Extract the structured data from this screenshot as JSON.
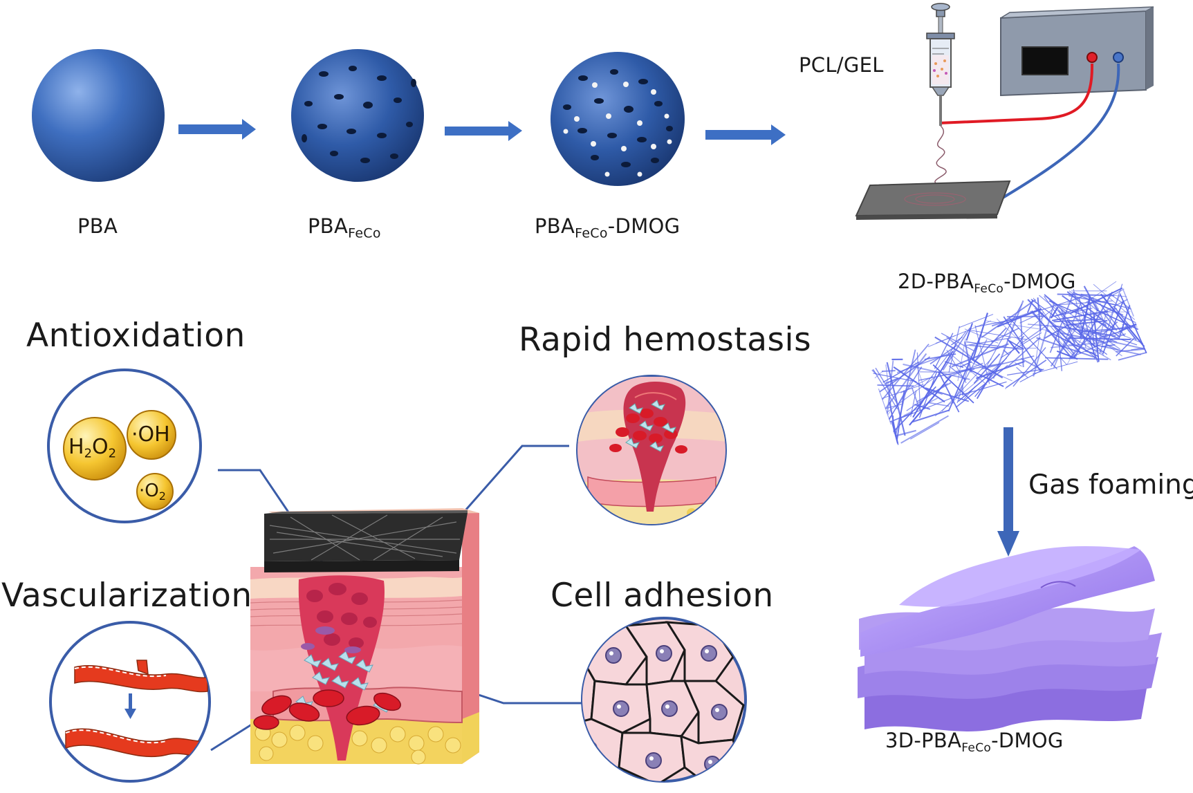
{
  "labels": {
    "pba": "PBA",
    "pba_feco_main": "PBA",
    "pba_feco_sub": "FeCo",
    "pba_feco_dmog_main": "PBA",
    "pba_feco_dmog_sub": "FeCo",
    "pba_feco_dmog_tail": "-DMOG",
    "pcl_gel": "PCL/GEL",
    "mem2d_main": "2D-PBA",
    "mem2d_sub": "FeCo",
    "mem2d_tail": "-DMOG",
    "gas_foaming": "Gas foaming",
    "mem3d_main": "3D-PBA",
    "mem3d_sub": "FeCo",
    "mem3d_tail": "-DMOG",
    "antioxidation": "Antioxidation",
    "rapid_hemostasis": "Rapid hemostasis",
    "vascularization": "Vascularization",
    "cell_adhesion": "Cell adhesion"
  },
  "ros": {
    "h2o2_a": "H",
    "h2o2_b": "2",
    "h2o2_c": "O",
    "h2o2_d": "2",
    "oh": "·OH",
    "o2_a": "·O",
    "o2_b": "2"
  },
  "colors": {
    "sphere_blue": "#2f5fae",
    "arrow_blue": "#3d6fc4",
    "fiber_blue": "#5a68e8",
    "foam_purple": "#a88cf0",
    "circle_border": "#3a5ca8",
    "blood_red": "#d01a2a",
    "ros_yellow": "#f2c02a"
  }
}
